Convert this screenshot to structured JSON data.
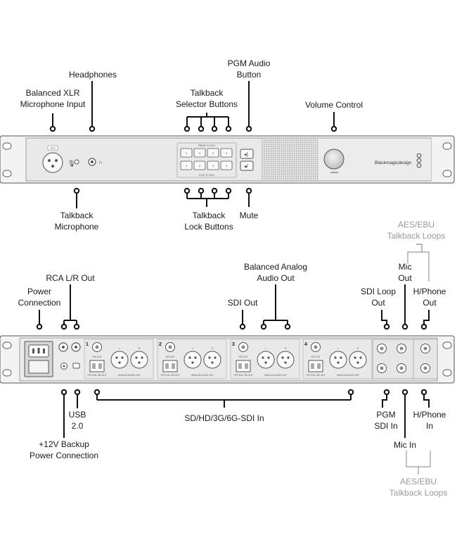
{
  "front_panel": {
    "labels": {
      "headphones": "Headphones",
      "balanced_xlr": "Balanced XLR\nMicrophone Input",
      "talkback_selector": "Talkback\nSelector Buttons",
      "pgm_audio_button": "PGM Audio\nButton",
      "volume_control": "Volume Control",
      "talkback_microphone": "Talkback\nMicrophone",
      "talkback_lock": "Talkback\nLock Buttons",
      "mute": "Mute"
    },
    "device": {
      "xlr_tag": "TALK",
      "press_to_talk": "PRESS TO TALK",
      "lock_to_talk": "LOCK TO TALK",
      "button_numbers": [
        "1",
        "2",
        "3",
        "4"
      ],
      "brand": "Blackmagicdesign"
    }
  },
  "rear_panel": {
    "labels": {
      "rca_out": "RCA L/R Out",
      "power_connection": "Power\nConnection",
      "sdi_out": "SDI Out",
      "balanced_analog_out": "Balanced Analog\nAudio Out",
      "sdi_loop_out": "SDI Loop\nOut",
      "mic_out": "Mic\nOut",
      "hphone_out": "H/Phone\nOut",
      "aes_ebu_top": "AES/EBU\nTalkback Loops",
      "usb": "USB\n2.0",
      "backup_power": "+12V Backup\nPower Connection",
      "sdi_in": "SD/HD/3G/6G-SDI In",
      "pgm_sdi_in": "PGM\nSDI In",
      "mic_in": "Mic In",
      "hphone_in": "H/Phone\nIn",
      "aes_ebu_bottom": "AES/EBU\nTalkback Loops"
    },
    "device": {
      "channel_numbers": [
        "1",
        "2",
        "3",
        "4"
      ],
      "sdi_out_tag": "SDI OUT",
      "optical_tag": "OPTICAL SDI OUT",
      "analog_tag": "ANALOG AUDIO OUT",
      "l": "L",
      "r": "R"
    }
  }
}
